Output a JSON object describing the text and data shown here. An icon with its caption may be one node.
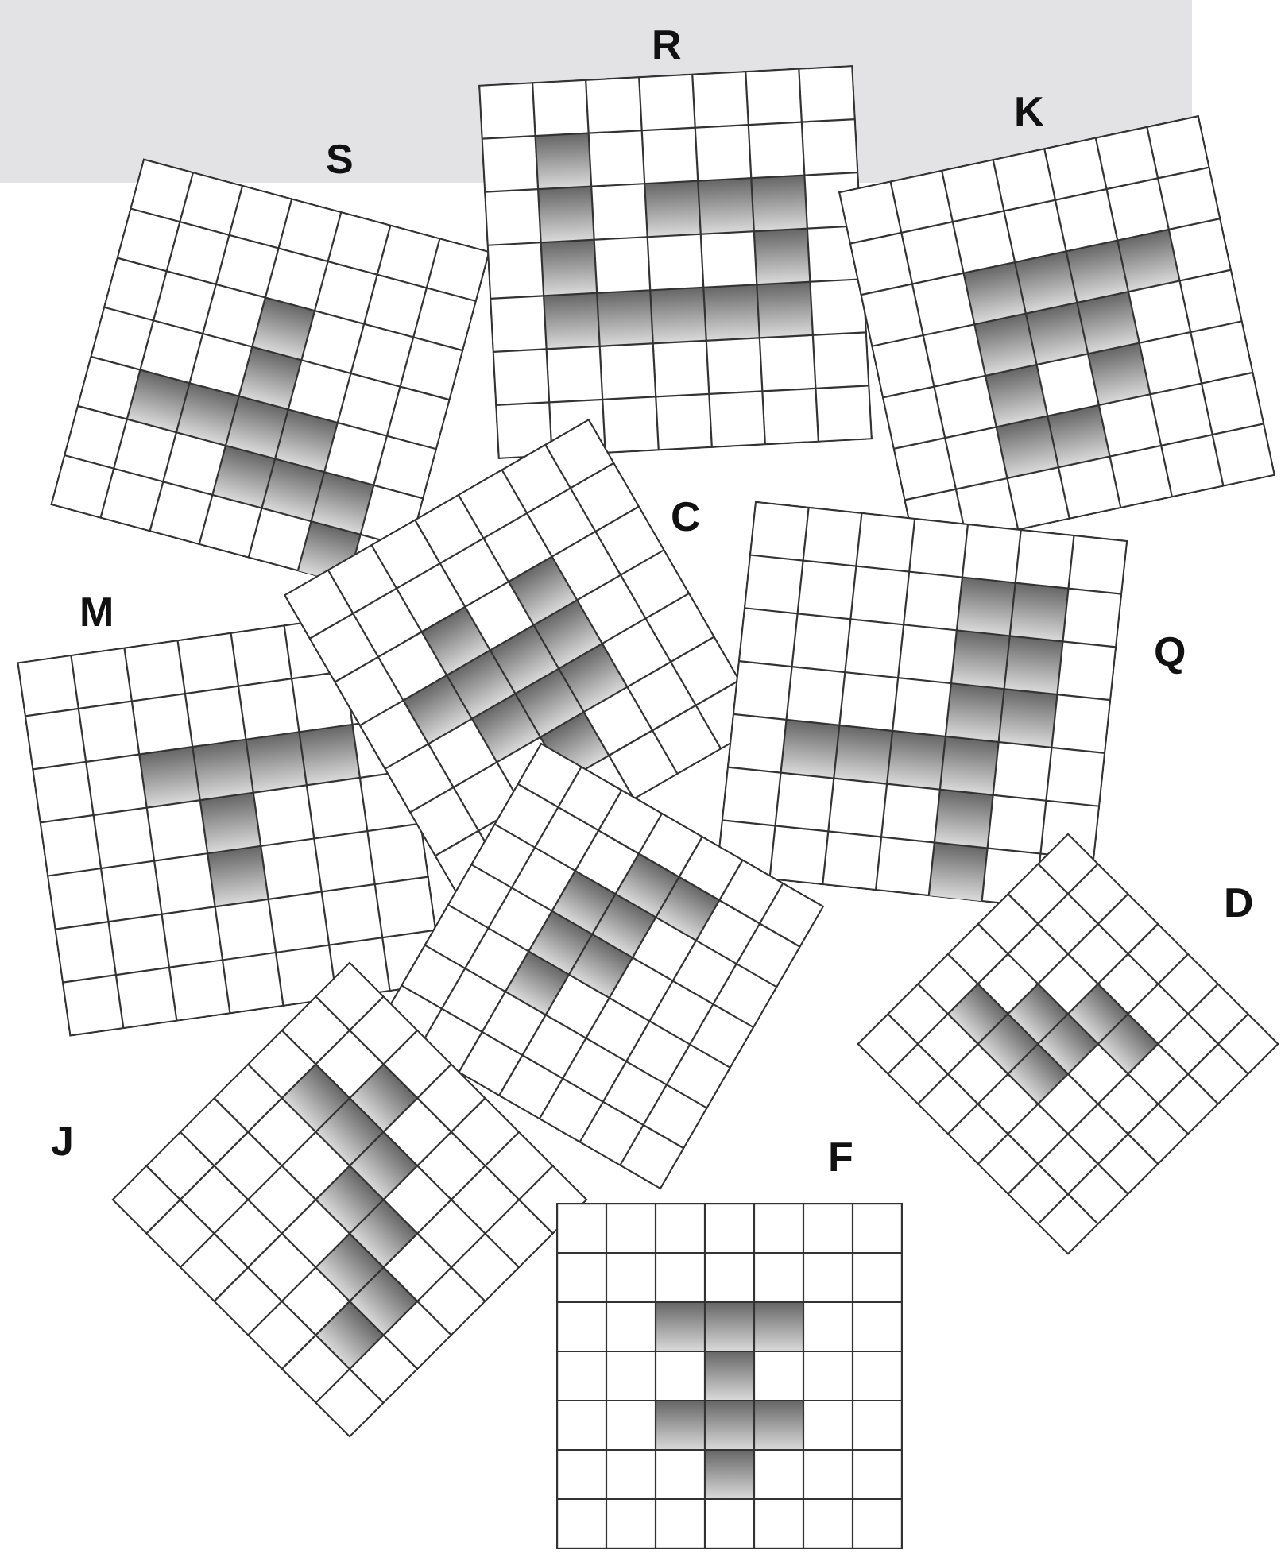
{
  "diagram": {
    "nodes": [
      {
        "text": [
          "R"
        ]
      },
      {
        "text": [
          "K"
        ]
      },
      {
        "text": [
          "S"
        ]
      },
      {
        "text": [
          "C"
        ]
      },
      {
        "text": [
          "M"
        ]
      },
      {
        "text": [
          "Q"
        ]
      },
      {
        "text": [],
        "shape": "box"
      },
      {
        "text": [
          "D"
        ]
      },
      {
        "text": [
          "J"
        ]
      },
      {
        "text": [
          "F"
        ]
      }
    ]
  }
}
